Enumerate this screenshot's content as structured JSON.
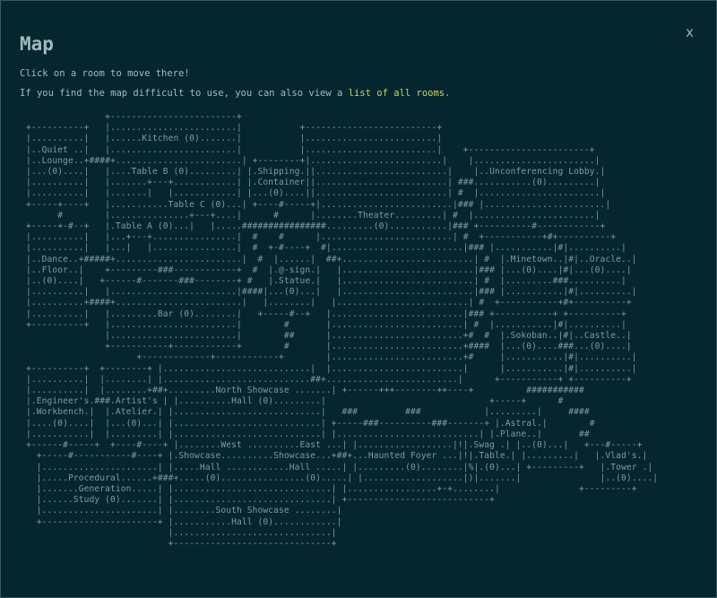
{
  "dialog": {
    "title": "Map",
    "close_label": "x",
    "instruction": "Click on a room to move there!",
    "alt_prefix": "If you find the map difficult to use, you can also view a ",
    "alt_link": "list of all rooms",
    "alt_suffix": "."
  },
  "map": {
    "lines": [
      "               +------------------------+",
      "+----------+   |........................|           +-------------------------+",
      "|..........|   |......Kitchen (0).......|           |.........................|",
      "|..Quiet ..|   |........................|           |.........................|    +-----------------------+",
      "|..Lounge..+####+........................| +--------+|.........................|    |.......................|",
      "|...(0)....|   |....Table B (0).........| |.Shipping.||.........................|    |..Unconferencing Lobby.|",
      "|..........|   |.......+---+............| |.Container||.........................| ###...........(0).........|",
      "|..........|   |.......|   |............| |...(0)....||.........................| #  |.......................|",
      "+-----+----+   |...........Table C (0)...| +----#-----+|.........................|### |.......................|",
      "      #        |...............+---+....|      #      |........Theater.........| #  |.......................|",
      "+-----+-#--+   |.Table A (0)...|   |.....################.........(0)...........|### +----------#------------+",
      "|..........|   |...+---+................|  #    #      |.........................| #  +-----------+#+----------+",
      "|..........|   |...|   |................|  #  +-#----+  #|.........................|### |...........|#|..........|",
      "|..Dance..+#####+........................|  #  |......|  ##+.........................| #  |.Minetown..|#|..Oracle..|",
      "|..Floor..|    +---------###------------+  #  |.@-sign.|   |.........................|### |...(0)....|#|...(0)....|",
      "|..(0)....|   +------#-------###--------+ #   |.Statue.|   |.........................| #  |.........###..........|",
      "|..........|   |........................|####|...(0)...|   |.........................|### |...........|#|..........|",
      "|..........+####+........................|   |........|   |.........................| #  +-----------+#+----------+",
      "|..........|   |.........Bar (0)........|   +-----#--+   |.........................|### +-----------+ +----------+",
      "+----------+   |........................|        #       |.........................| #  |...........|#|..........|",
      "               |........................|        ##      |.........................+#  #  |.Sokoban..|#|..Castle..|",
      "               +-----------+------------+        #       |.........................+####  |...(0)....###...(0)....|",
      "                     +-------------+------------+        |.........................+#     |...........|#|..........|",
      "+----------+  +--------+ |............................|  |.........................|      |...........|#|..........|",
      "|..........|  |........| |............................##+.........................|      +-----------+ +----------+",
      "|..........|  |........+##+.........North Showcase .......| +------+++--------++----+          ###########",
      "|.Engineer's.###.Artist's | |..........Hall (0).........|                               +-----+      #",
      "|.Workbench.|  |.Atelier.| |............................|   ###         ###            |.........|     ####",
      "|....(0)....|  |...(0)...| |............................| +-----###----------###-------+ |.Astral.|        #",
      "|...........|  |.........| |............................| |...........................| |.Plane..|       ##",
      "+------#-----+  +----#----+ |........West ..........East ...| |..................|!|.Swag .| |..(0)...|   +---#-----+",
      "  +-----#-----------#----+ |.Showcase..........Showcase...+##+...Haunted Foyer ...|!|.Table.| |.........|   |.Vlad's.|",
      "  |......................| |.....Hall ............Hall .....| |.........(0)........|%|.(0)...| +---------+   |.Tower .|",
      "  |.....Procedural......+###+.....(0)................(0).....| |...................|)|.......|               |..(0)....|",
      "  |.......Generation.....| |..............................| |.................+-+........|               +---------+",
      "  |......Study (0).......| |..............................| +---------------------------+",
      "  |......................| |........South Showcase ........|",
      "  +----------------------+ |...........Hall (0)............|",
      "                           |..............................|",
      "                           +------------------------------+"
    ]
  }
}
